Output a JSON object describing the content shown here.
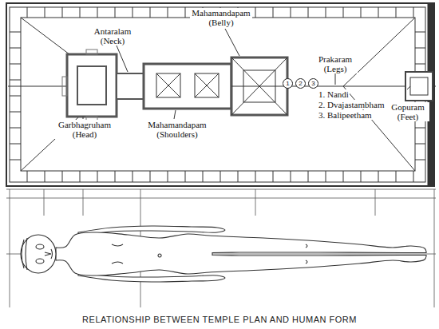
{
  "diagram": {
    "caption": "RELATIONSHIP BETWEEN TEMPLE PLAN AND HUMAN FORM",
    "labels": [
      "Antaralam (Neck)",
      "Mahamandapam (Belly)",
      "Prakaram (Legs)",
      "Gopuram (Feet)",
      "1. Nandi",
      "2. Dvajastambham",
      "3. Balipeetham",
      "Garbhagruham (Head)",
      "Mahamandapam (Shoulders)",
      "1",
      "2",
      "3"
    ]
  }
}
